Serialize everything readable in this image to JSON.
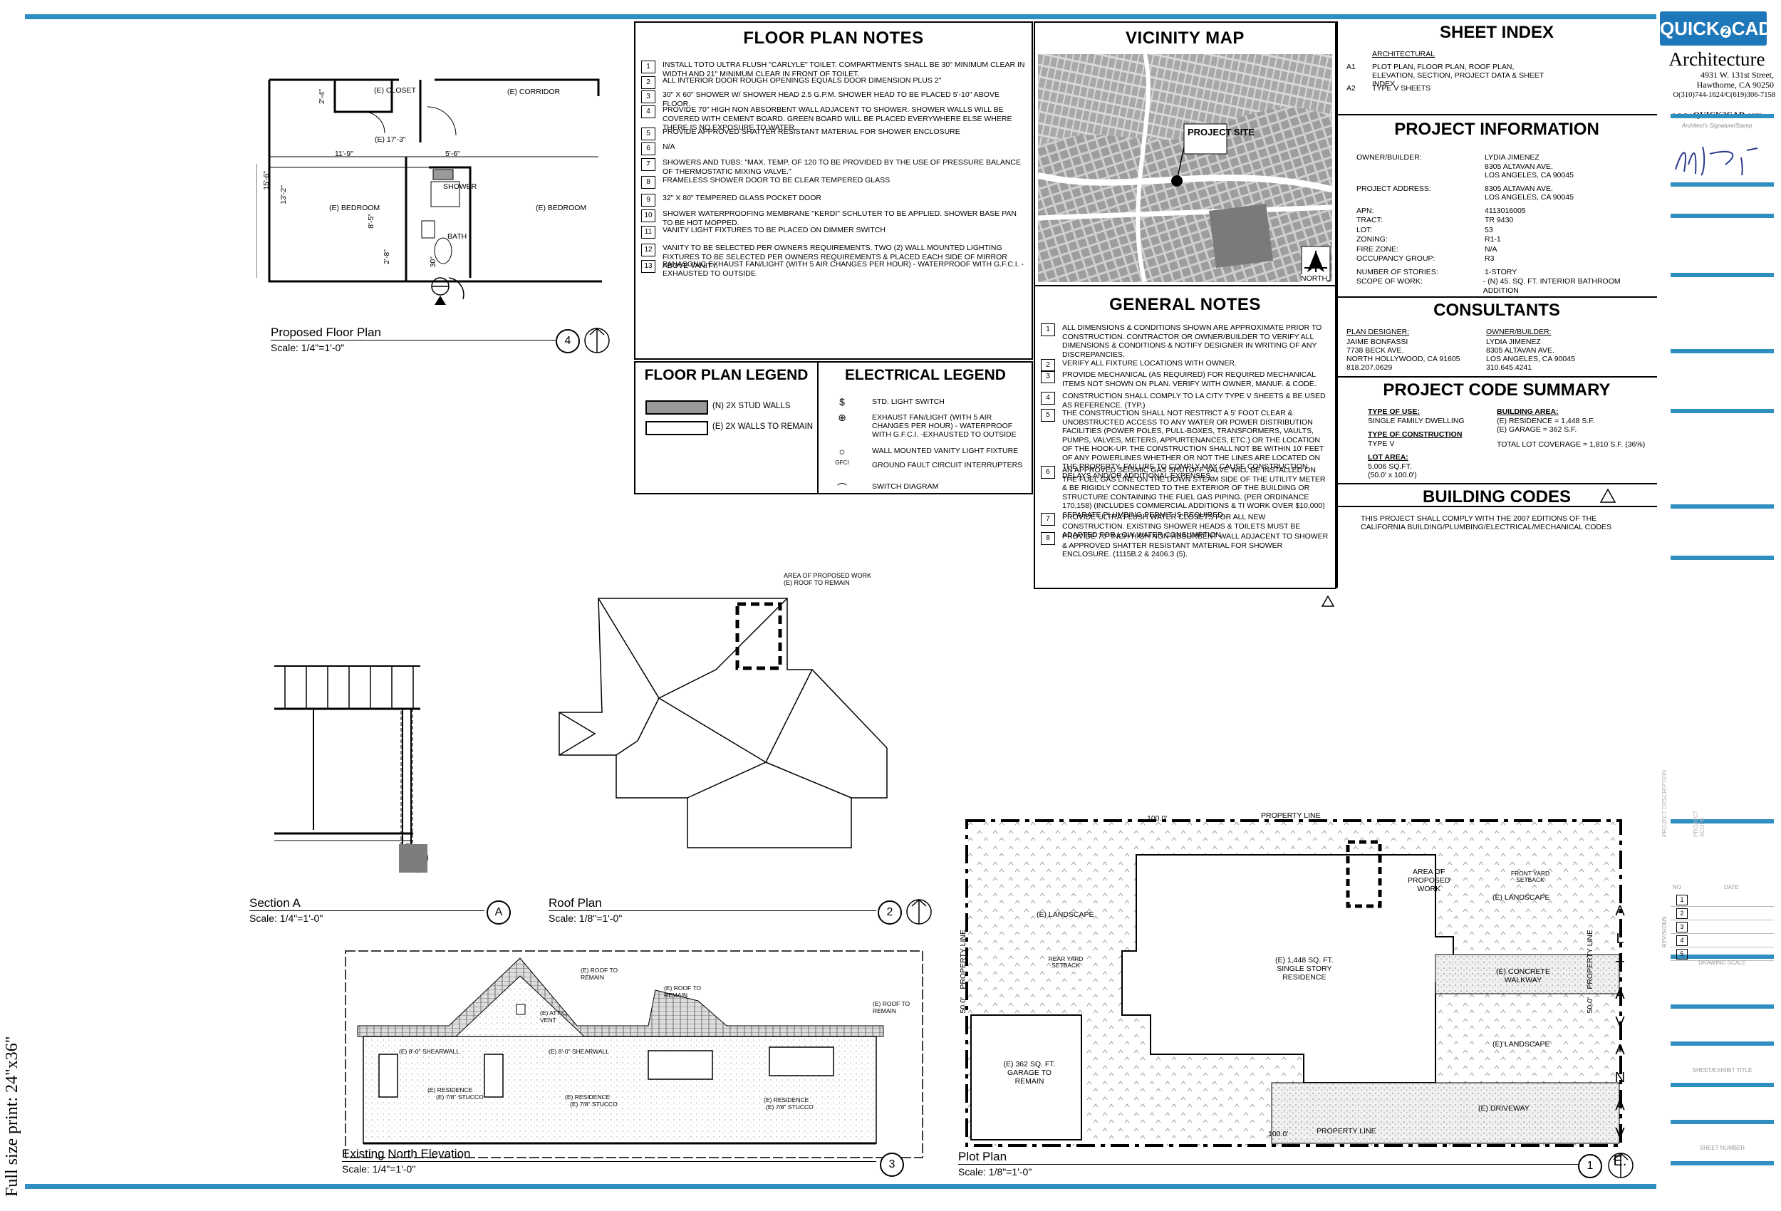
{
  "floor_plan_notes": {
    "title": "FLOOR PLAN NOTES",
    "items": [
      {
        "num": "1",
        "text": "INSTALL TOTO  ULTRA FLUSH  \"CARLYLE\" TOILET. COMPARTMENTS SHALL BE 30\" MINIMUM CLEAR IN WIDTH AND 21\" MINIMUM CLEAR IN FRONT OF TOILET."
      },
      {
        "num": "2",
        "text": "ALL INTERIOR DOOR ROUGH OPENINGS EQUALS DOOR DIMENSION PLUS 2\""
      },
      {
        "num": "3",
        "text": "30\" x 60\" SHOWER W/ SHOWER HEAD 2.5 G.P.M. SHOWER HEAD TO BE PLACED 5'-10\" ABOVE FLOOR."
      },
      {
        "num": "4",
        "text": "PROVIDE 70\" HIGH NON ABSORBENT WALL ADJACENT TO SHOWER. SHOWER WALLS WILL BE COVERED WITH CEMENT BOARD. GREEN BOARD WILL BE PLACED EVERYWHERE ELSE WHERE THERE IS NO EXPOSURE TO WATER."
      },
      {
        "num": "5",
        "text": "PROVIDE APPROVED SHATTER RESISTANT MATERIAL FOR SHOWER ENCLOSURE"
      },
      {
        "num": "6",
        "text": "N/A"
      },
      {
        "num": "7",
        "text": "SHOWERS AND TUBS: \"MAX. TEMP. OF 120 TO BE PROVIDED BY THE USE OF PRESSURE BALANCE OF THERMOSTATIC MIXING VALVE.\""
      },
      {
        "num": "8",
        "text": "FRAMELESS SHOWER DOOR TO BE CLEAR TEMPERED GLASS"
      },
      {
        "num": "9",
        "text": "32\" X 80\" TEMPERED GLASS POCKET DOOR"
      },
      {
        "num": "10",
        "text": "SHOWER WATERPROOFING MEMBRANE \"KERDI\" SCHLUTER TO BE APPLIED. SHOWER BASE PAN TO BE HOT MOPPED."
      },
      {
        "num": "11",
        "text": "VANITY LIGHT FIXTURES TO BE PLACED ON DIMMER SWITCH"
      },
      {
        "num": "12",
        "text": "VANITY TO BE SELECTED PER OWNERS REQUIREMENTS. TWO (2) WALL MOUNTED LIGHTING FIXTURES TO BE SELECTED PER OWNERS REQUIREMENTS & PLACED EACH SIDE OF MIRROR ABOVE VANITY."
      },
      {
        "num": "13",
        "text": "PANASONIC EXHAUST FAN/LIGHT (WITH 5 AIR CHANGES PER HOUR) - WATERPROOF WITH G.F.C.I. -EXHAUSTED TO OUTSIDE"
      }
    ]
  },
  "floor_plan_legend": {
    "title": "FLOOR PLAN LEGEND",
    "items": [
      "(N) 2X STUD WALLS",
      "(E) 2X WALLS TO REMAIN"
    ]
  },
  "electrical_legend": {
    "title": "ELECTRICAL LEGEND",
    "items": [
      {
        "symbol": "$",
        "text": "STD. LIGHT SWITCH"
      },
      {
        "symbol": "⊕",
        "text": "EXHAUST FAN/LIGHT (WITH 5 AIR CHANGES PER HOUR) - WATERPROOF WITH G.F.C.I. -EXHAUSTED TO OUTSIDE"
      },
      {
        "symbol": "☼",
        "text": "WALL MOUNTED VANITY LIGHT FIXTURE"
      },
      {
        "symbol": "GFCI",
        "text": "GROUND FAULT CIRCUIT INTERRUPTERS"
      },
      {
        "symbol": "⌒",
        "text": "SWITCH DIAGRAM"
      }
    ]
  },
  "vicinity_map": {
    "title": "VICINITY MAP",
    "project_site": "PROJECT SITE",
    "north": "NORTH"
  },
  "general_notes": {
    "title": "GENERAL NOTES",
    "items": [
      {
        "num": "1",
        "text": "ALL DIMENSIONS & CONDITIONS SHOWN ARE APPROXIMATE PRIOR TO CONSTRUCTION. CONTRACTOR OR OWNER/BUILDER TO VERIFY ALL DIMENSIONS & CONDITIONS & NOTIFY DESIGNER IN WRITING OF ANY DISCREPANCIES."
      },
      {
        "num": "2",
        "text": "VERIFY ALL FIXTURE LOCATIONS WITH OWNER."
      },
      {
        "num": "3",
        "text": "PROVIDE MECHANICAL (AS REQUIRED) FOR REQUIRED MECHANICAL ITEMS NOT SHOWN ON PLAN. VERIFY WITH OWNER, MANUF. & CODE."
      },
      {
        "num": "4",
        "text": "CONSTRUCTION SHALL COMPLY TO LA CITY TYPE V SHEETS & BE USED AS REFERENCE. (TYP.)"
      },
      {
        "num": "5",
        "text": "THE CONSTRUCTION SHALL NOT RESTRICT A 5' FOOT CLEAR & UNOBSTRUCTED ACCESS TO ANY WATER OR POWER DISTRIBUTION FACILITIES (POWER POLES, PULL-BOXES, TRANSFORMERS, VAULTS, PUMPS, VALVES, METERS, APPURTENANCES, ETC.) OR THE LOCATION OF THE HOOK-UP. THE CONSTRUCTION SHALL NOT BE WITHIN 10' FEET OF ANY POWERLINES WHETHER OR NOT THE LINES ARE LOCATED ON THE PROPERTY. FAILURE TO COMPLY MAY CAUSE CONSTRUCTION DELAYS AND/OR ADDITIONAL EXPENSES."
      },
      {
        "num": "6",
        "text": "AN APPROVED SEISMIC GAS SHUTOFF VALVE WILL BE INSTALLED ON THE FUEL GAS LINE ON THE DOWN STEAM SIDE OF THE UTILITY METER & BE RIGIDLY CONNECTED TO THE EXTERIOR OF THE BUILDING OR STRUCTURE CONTAINING THE FUEL GAS PIPING. (PER ORDINANCE 170,158) (INCLUDES COMMERCIAL ADDITIONS & TI WORK OVER $10,000) SEPARATE PLUMBING PERMIT IS REQUIRED."
      },
      {
        "num": "7",
        "text": "PROVIDE ULTRA FLUSH WATER CLOSETS FOR ALL NEW CONSTRUCTION. EXISTING SHOWER HEADS & TOILETS MUST BE ADAPTED FOR LOW WATER CONSUMPTION."
      },
      {
        "num": "8",
        "text": "PROVIDE 70\" INCH HIGH NON-ABSORBENT WALL ADJACENT TO SHOWER & APPROVED SHATTER RESISTANT MATERIAL FOR SHOWER ENCLOSURE. (1115B.2 & 2406.3 (5)."
      }
    ]
  },
  "sheet_index": {
    "title": "SHEET INDEX",
    "category": "ARCHITECTURAL",
    "items": [
      {
        "num": "A1",
        "text": "PLOT PLAN, FLOOR PLAN, ROOF PLAN, ELEVATION, SECTION, PROJECT DATA & SHEET INDEX"
      },
      {
        "num": "A2",
        "text": "TYPE V SHEETS"
      }
    ]
  },
  "project_information": {
    "title": "PROJECT INFORMATION",
    "rows": [
      {
        "k": "OWNER/BUILDER:",
        "v": "LYDIA JIMENEZ\n8305 ALTAVAN AVE.\nLOS ANGELES, CA 90045"
      },
      {
        "k": "PROJECT ADDRESS:",
        "v": "8305 ALTAVAN AVE.\nLOS ANGELES, CA 90045"
      },
      {
        "k": "APN:",
        "v": "4113016005"
      },
      {
        "k": "TRACT:",
        "v": "TR 9430"
      },
      {
        "k": "LOT:",
        "v": "53"
      },
      {
        "k": "ZONING:",
        "v": "R1-1"
      },
      {
        "k": "FIRE ZONE:",
        "v": "N/A"
      },
      {
        "k": "OCCUPANCY GROUP:",
        "v": "R3"
      },
      {
        "k": "NUMBER OF STORIES:",
        "v": "1-STORY"
      },
      {
        "k": "SCOPE OF WORK:",
        "v": "- (N) 45. SQ. FT. INTERIOR BATHROOM ADDITION"
      }
    ]
  },
  "consultants": {
    "title": "CONSULTANTS",
    "left_label": "PLAN DESIGNER:",
    "left": "JAIME BONFASSI\n7738 BECK AVE.\nNORTH HOLLYWOOD, CA 91605\n818.207.0629",
    "right_label": "OWNER/BUILDER:",
    "right": "LYDIA JIMENEZ\n8305 ALTAVAN AVE.\nLOS ANGELES, CA 90045\n310.645.4241"
  },
  "code_summary": {
    "title": "PROJECT CODE SUMMARY",
    "type_of_use_label": "TYPE OF USE:",
    "type_of_use": "SINGLE FAMILY DWELLING",
    "type_of_construction_label": "TYPE OF CONSTRUCTION",
    "type_of_construction": "TYPE V",
    "lot_area_label": "LOT AREA:",
    "lot_area": "5,006 SQ.FT.\n(50.0' x 100.0')",
    "building_area_label": "BUILDING AREA:",
    "building_area": "(E) RESIDENCE = 1,448 S.F.\n(E) GARAGE = 362 S.F.",
    "lot_coverage": "TOTAL LOT COVERAGE = 1,810 S.F. (36%)"
  },
  "building_codes": {
    "title": "BUILDING CODES",
    "text": "THIS PROJECT SHALL COMPLY  WITH THE 2007 EDITIONS OF THE CALIFORNIA BUILDING/PLUMBING/ELECTRICAL/MECHANICAL CODES"
  },
  "firm": {
    "logo_left": "QUICK",
    "logo_mid": "2",
    "logo_right": "CAD",
    "name": "Architecture",
    "address1": "4931 W. 131st Street,",
    "address2": "Hawthorne, CA 90250",
    "phone": "O(310)744-1624/C(619)306-7158",
    "web": "www.QUICK2CAD.com",
    "sig_caption": "Architect's Signature/Stamp"
  },
  "title_block": {
    "project_description": "PROJECT DESCRIPTION",
    "project_scope": "PROJECT SCOPE",
    "revisions_label": "REVISIONS",
    "no_label": "NO",
    "date_label": "DATE",
    "revisions": [
      "1",
      "2",
      "3",
      "4",
      "5"
    ],
    "drawing_scale": "DRAWING SCALE",
    "sheet_title": "SHEET/EXHIBIT TITLE",
    "sheet_number": "SHEET NUMBER"
  },
  "drawings": {
    "floor_plan": {
      "title": "Proposed Floor Plan",
      "scale": "Scale: 1/4\"=1'-0\"",
      "ref": "4",
      "labels": {
        "closet": "(E) CLOSET",
        "corridor": "(E) CORRIDOR",
        "bedroom1": "(E) BEDROOM",
        "bedroom2": "(E) BEDROOM",
        "shower": "SHOWER",
        "bath": "BATH",
        "dim1": "(E) 17'-3\"",
        "dim2": "11'-9\"",
        "dim3": "5'-6\"",
        "dim4": "15'-6\"",
        "dim5": "13'-2\"",
        "dim6": "2'-4\"",
        "dim7": "8'-5\"",
        "dim8": "2'-8\"",
        "dim9": "30\""
      }
    },
    "section": {
      "title": "Section A",
      "scale": "Scale: 1/4\"=1'-0\"",
      "ref": "A"
    },
    "roof_plan": {
      "title": "Roof Plan",
      "scale": "Scale: 1/8\"=1'-0\"",
      "ref": "2",
      "area_label": "AREA OF PROPOSED WORK\n(E) ROOF TO REMAIN"
    },
    "elevation": {
      "title": "Existing North Elevation",
      "scale": "Scale: 1/4\"=1'-0\"",
      "ref": "3",
      "labels": {
        "roof1": "(E) ROOF TO REMAIN",
        "roof2": "(E) ROOF TO REMAIN",
        "roof3": "(E) ROOF TO REMAIN",
        "attic": "(E) ATTIC VENT",
        "shear1": "(E) 8'-0\" SHEARWALL",
        "shear2": "(E) 8'-0\" SHEARWALL",
        "res1": "(E) RESIDENCE",
        "stucco1": "(E) 7/8\" STUCCO",
        "res2": "(E) RESIDENCE",
        "stucco2": "(E) 7/8\" STUCCO",
        "res3": "(E) RESIDENCE",
        "stucco3": "(E) 7/8\" STUCCO"
      }
    },
    "plot_plan": {
      "title": "Plot Plan",
      "scale": "Scale: 1/8\"=1'-0\"",
      "ref": "1",
      "labels": {
        "property_line_top": "PROPERTY LINE",
        "property_line_bottom": "PROPERTY LINE",
        "property_line_left": "PROPERTY LINE",
        "property_line_right": "PROPERTY LINE",
        "dim_top": "100.0'",
        "dim_bottom": "100.0'",
        "dim_left": "50.0'",
        "dim_right": "50.0'",
        "landscape1": "(E) LANDSCAPE",
        "landscape2": "(E) LANDSCAPE",
        "landscape3": "(E) LANDSCAPE",
        "residence": "(E) 1,448 SQ. FT.\nSINGLE STORY\nRESIDENCE",
        "garage": "(E) 362 SQ. FT.\nGARAGE TO\nREMAIN",
        "area": "AREA OF\nPROPOSED\nWORK",
        "walkway": "(E) CONCRETE\nWALKWAY",
        "driveway": "(E) DRIVEWAY",
        "front_setback": "FRONT YARD SETBACK",
        "rear_setback": "REAR YARD SETBACK",
        "street": "ALTAVAN AVE."
      }
    }
  },
  "print_note": "Full size print: 24\"x36\""
}
